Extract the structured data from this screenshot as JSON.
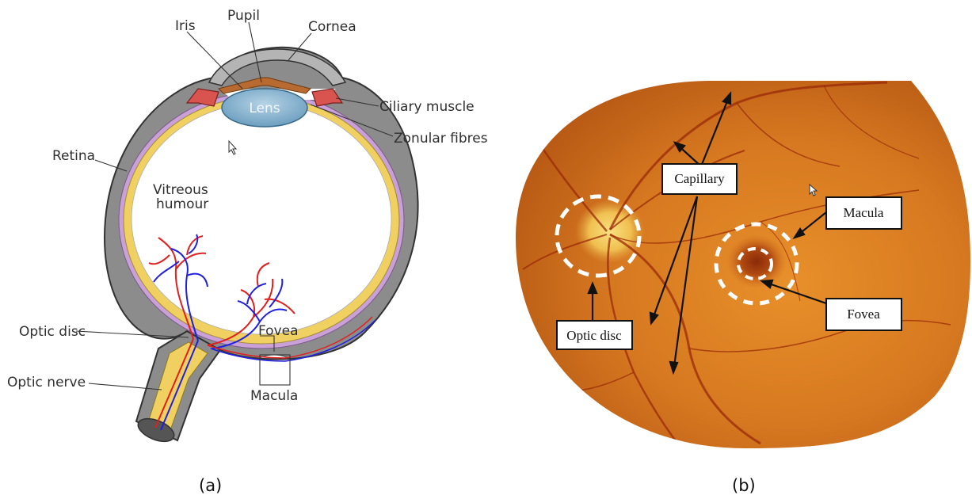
{
  "panel_a": {
    "caption": "(a)",
    "labels": {
      "pupil": "Pupil",
      "iris": "Iris",
      "cornea": "Cornea",
      "lens": "Lens",
      "ciliary_muscle": "Ciliary muscle",
      "zonular_fibres": "Zonular fibres",
      "retina": "Retina",
      "vitreous_1": "Vitreous",
      "vitreous_2": "humour",
      "optic_disc": "Optic disc",
      "fovea": "Fovea",
      "optic_nerve": "Optic nerve",
      "macula": "Macula"
    }
  },
  "panel_b": {
    "caption": "(b)",
    "labels": {
      "capillary": "Capillary",
      "macula": "Macula",
      "optic_disc": "Optic disc",
      "fovea": "Fovea"
    }
  },
  "colors": {
    "sclera": "#8c8c8c",
    "choroid": "#c9a0d8",
    "retina": "#f0d060",
    "lens": "#7fb0d0",
    "iris": "#b86a30",
    "artery": "#e02020",
    "vein": "#2020e0",
    "fundus": "#d8781e"
  }
}
